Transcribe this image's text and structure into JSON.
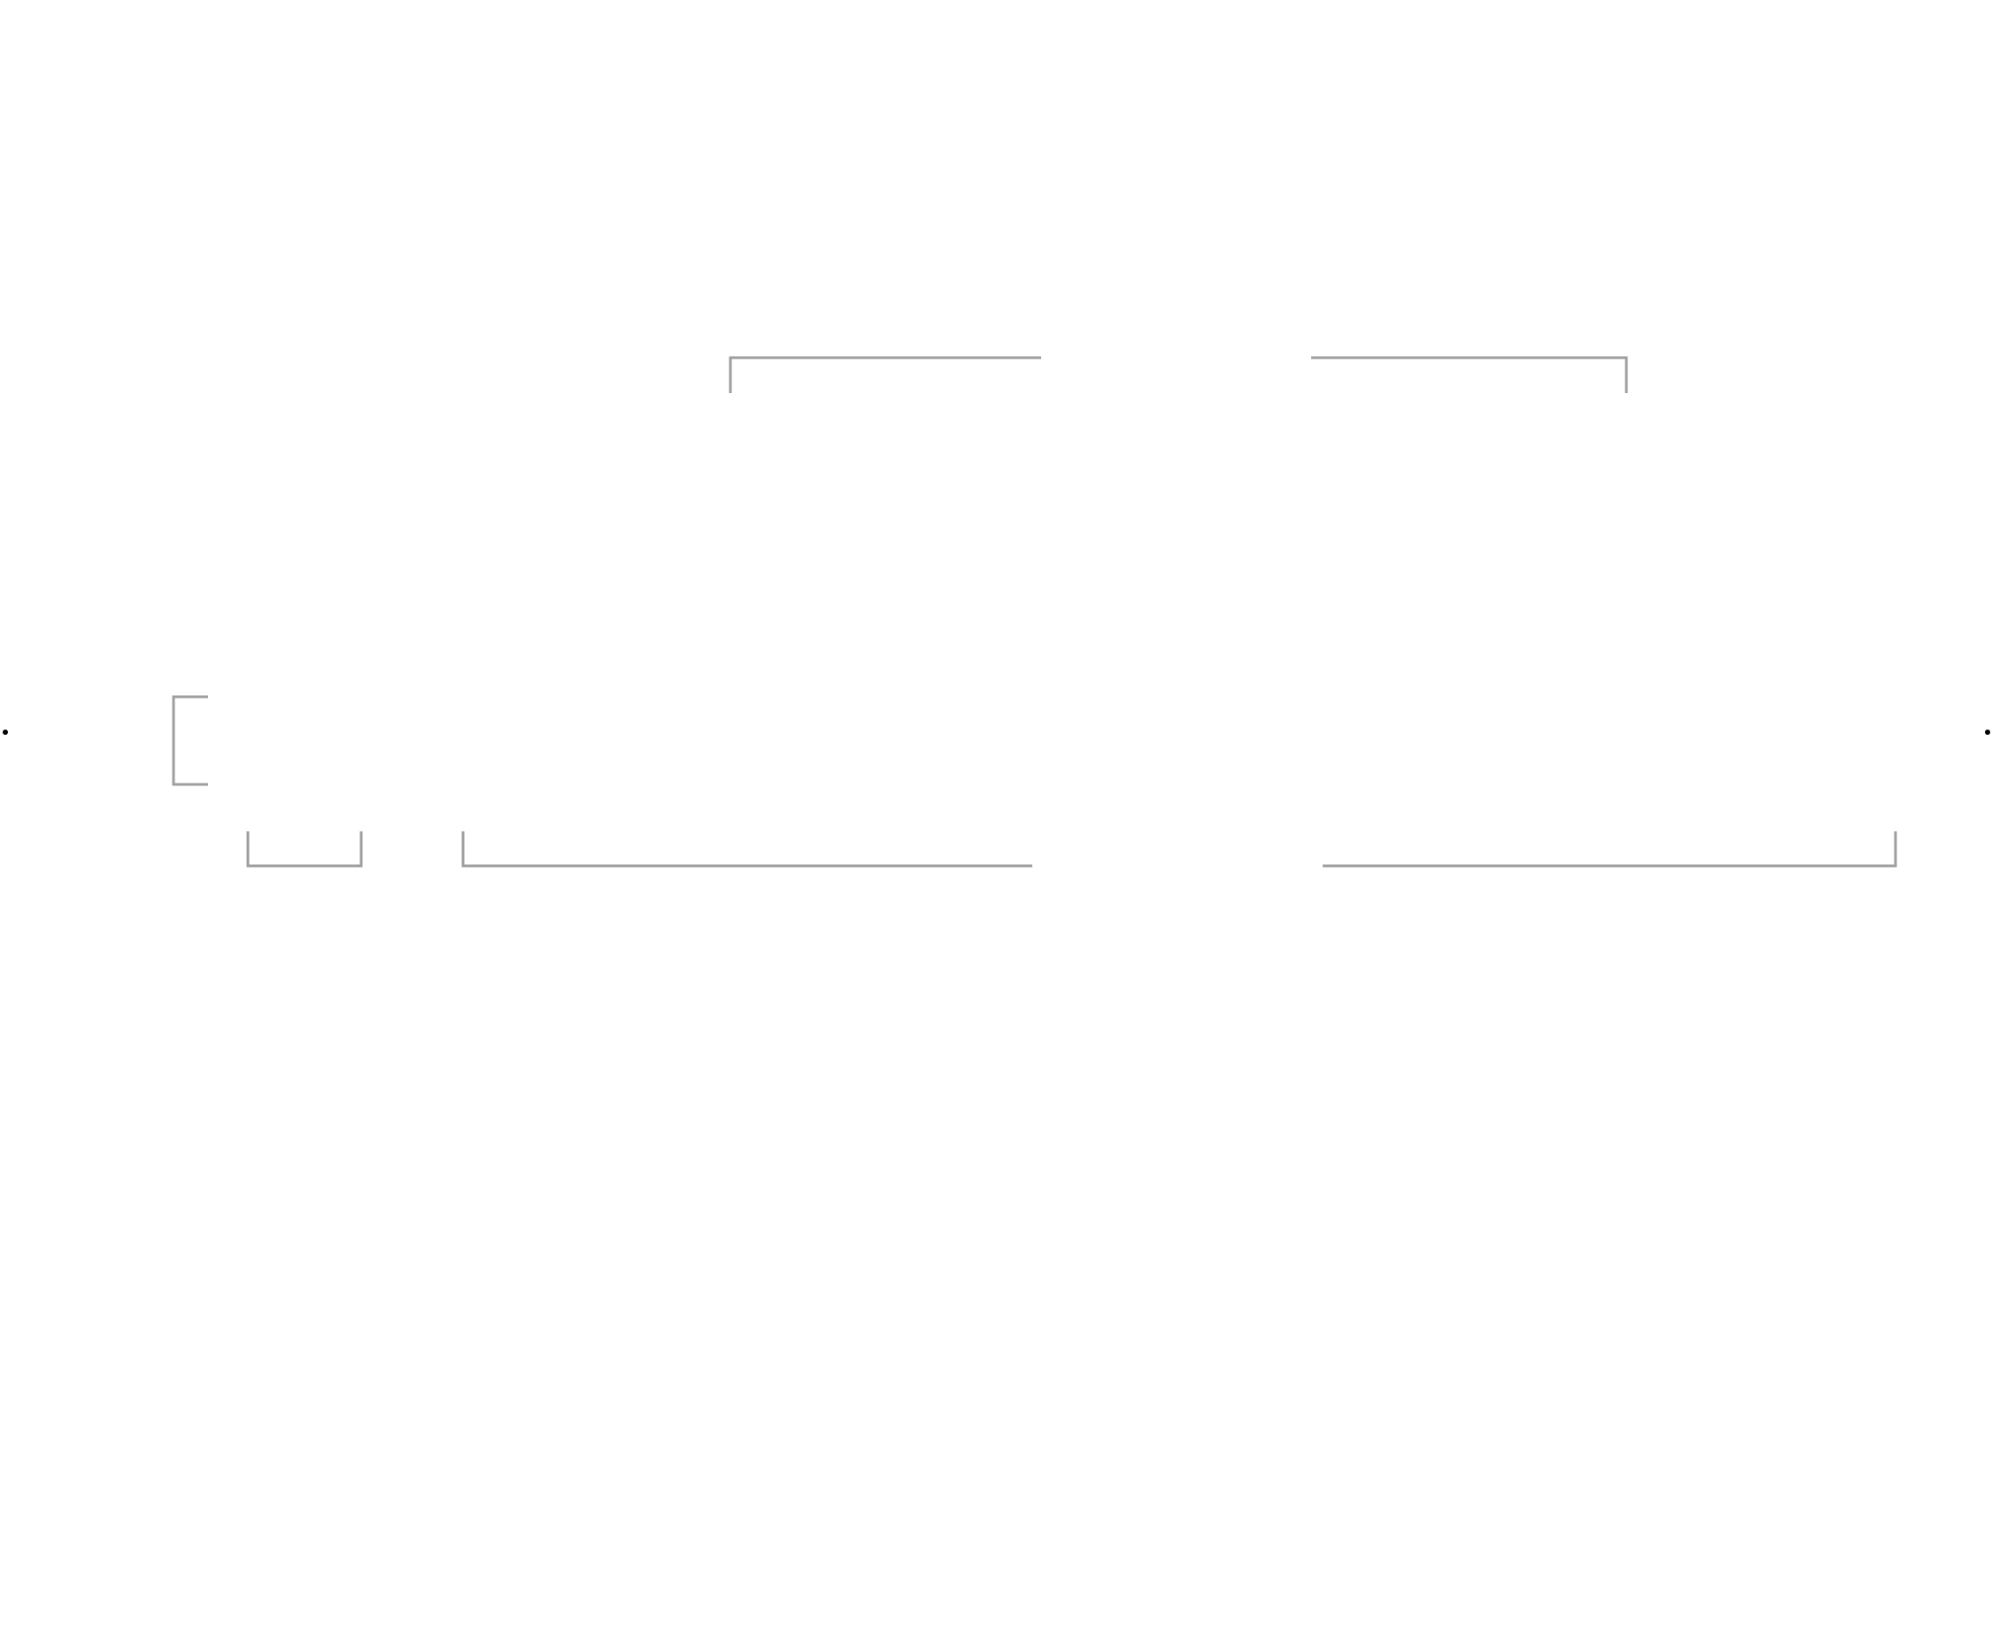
{
  "diagram": {
    "background_color": "#ffffff",
    "bracket_color": "#9e9e9e",
    "marker_color": "#000000",
    "brackets": [
      {
        "name": "top-left-bracket",
        "shape": "top-left-corner"
      },
      {
        "name": "top-right-bracket",
        "shape": "top-right-corner"
      },
      {
        "name": "left-side-bracket",
        "shape": "open-right"
      },
      {
        "name": "bottom-small-bracket",
        "shape": "open-top"
      },
      {
        "name": "bottom-middle-bracket",
        "shape": "bottom-left-corner"
      },
      {
        "name": "bottom-right-bracket",
        "shape": "bottom-right-corner"
      }
    ],
    "markers": [
      {
        "name": "left-edge-dot-marker",
        "symbol": "dot"
      },
      {
        "name": "right-edge-dot-marker",
        "symbol": "dot"
      }
    ]
  }
}
